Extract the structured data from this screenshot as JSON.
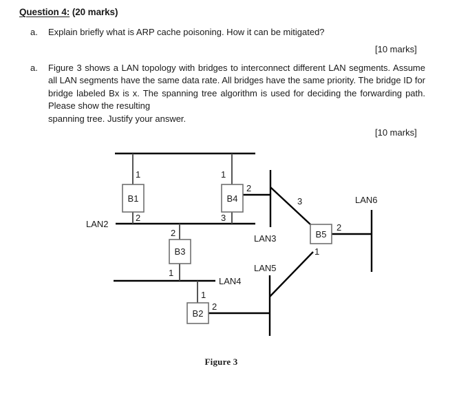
{
  "question": {
    "heading_label": "Question 4:",
    "heading_marks": " (20 marks)",
    "items": [
      {
        "marker": "a.",
        "text": "Explain briefly what is ARP cache poisoning. How it can be mitigated?",
        "marks": "[10 marks]"
      },
      {
        "marker": "a.",
        "text": "Figure 3 shows a LAN topology with bridges to interconnect different LAN segments. Assume all LAN segments have the same data rate. All bridges have the same priority. The bridge ID for bridge labeled Bx is x. The spanning tree algorithm is used for deciding the forwarding path. Please show the resulting",
        "text_lastline": "spanning tree. Justify your answer.",
        "marks": "[10 marks]"
      }
    ]
  },
  "figure": {
    "caption": "Figure 3",
    "stroke_color": "#000000",
    "box_border_color": "#6f6f6f",
    "bridges": [
      {
        "id": "B1",
        "label": "B1"
      },
      {
        "id": "B2",
        "label": "B2"
      },
      {
        "id": "B3",
        "label": "B3"
      },
      {
        "id": "B4",
        "label": "B4"
      },
      {
        "id": "B5",
        "label": "B5"
      }
    ],
    "lan_labels": [
      {
        "id": "LAN2",
        "label": "LAN2"
      },
      {
        "id": "LAN3",
        "label": "LAN3"
      },
      {
        "id": "LAN4",
        "label": "LAN4"
      },
      {
        "id": "LAN5",
        "label": "LAN5"
      },
      {
        "id": "LAN6",
        "label": "LAN6"
      }
    ],
    "ports": [
      {
        "id": "b1-p1",
        "bridge": "B1",
        "number": "1"
      },
      {
        "id": "b1-p2",
        "bridge": "B1",
        "number": "2"
      },
      {
        "id": "b4-p1",
        "bridge": "B4",
        "number": "1"
      },
      {
        "id": "b4-p2",
        "bridge": "B4",
        "number": "2"
      },
      {
        "id": "b4-p3",
        "bridge": "B4",
        "number": "3"
      },
      {
        "id": "b3-p2",
        "bridge": "B3",
        "number": "2"
      },
      {
        "id": "b3-p1",
        "bridge": "B3",
        "number": "1"
      },
      {
        "id": "b2-p1",
        "bridge": "B2",
        "number": "1"
      },
      {
        "id": "b2-p2",
        "bridge": "B2",
        "number": "2"
      },
      {
        "id": "b5-p3",
        "bridge": "B5",
        "number": "3"
      },
      {
        "id": "b5-p2",
        "bridge": "B5",
        "number": "2"
      },
      {
        "id": "b5-p1",
        "bridge": "B5",
        "number": "1"
      }
    ]
  }
}
